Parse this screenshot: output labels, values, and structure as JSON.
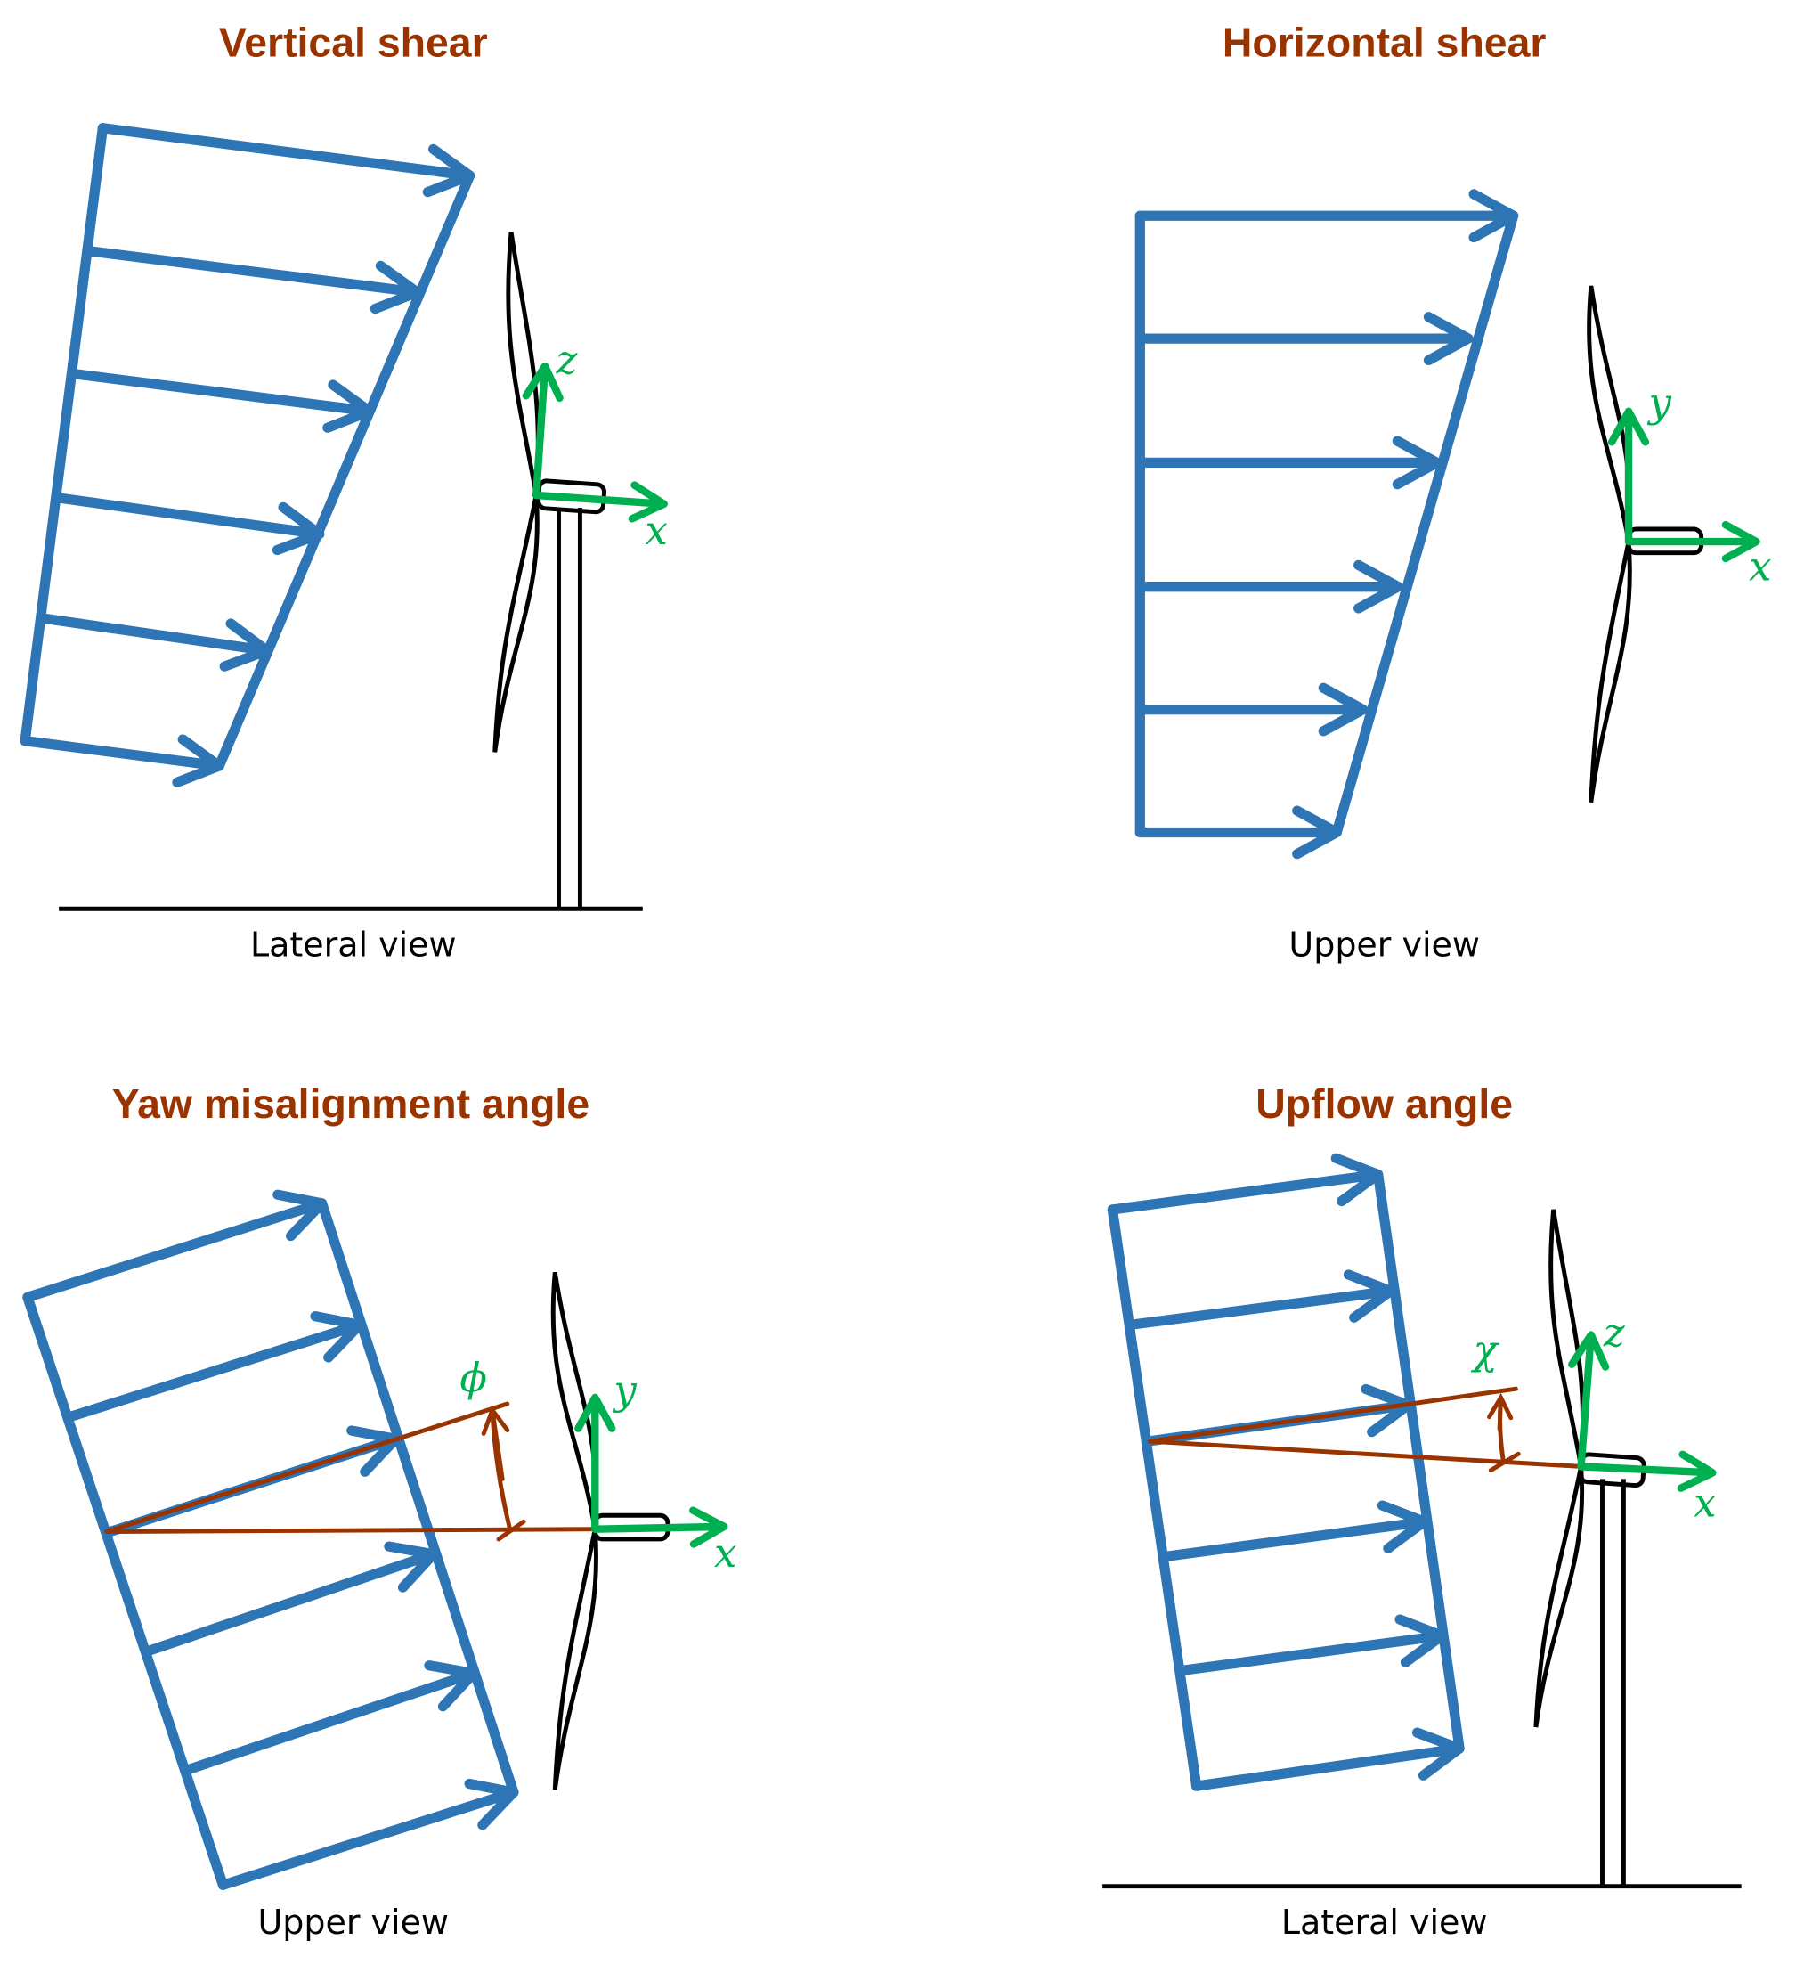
{
  "panels": [
    {
      "title": "Vertical shear",
      "caption": "Lateral view",
      "axes": [
        "z",
        "x"
      ]
    },
    {
      "title": "Horizontal shear",
      "caption": "Upper view",
      "axes": [
        "y",
        "x"
      ]
    },
    {
      "title": "Yaw misalignment angle",
      "caption": "Upper view",
      "axes": [
        "y",
        "x"
      ],
      "angle_symbol": "ϕ"
    },
    {
      "title": "Upflow angle",
      "caption": "Lateral view",
      "axes": [
        "z",
        "x"
      ],
      "angle_symbol": "χ"
    }
  ],
  "colors": {
    "wind": "#2E75B6",
    "axes": "#00B050",
    "titles": "#993300",
    "turbine": "#000000"
  }
}
